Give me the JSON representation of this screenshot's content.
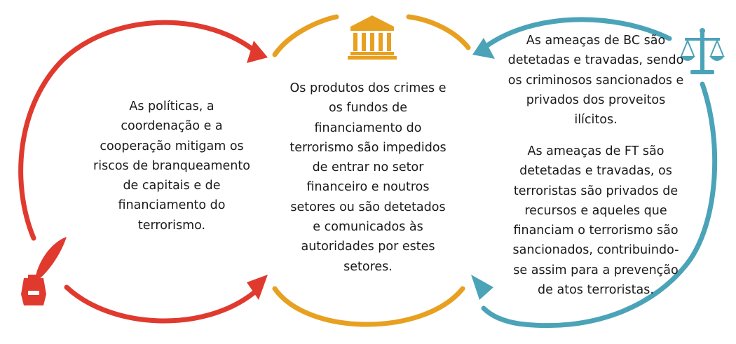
{
  "colors": {
    "red": "#e03a2f",
    "orange": "#e8a020",
    "teal": "#4ba3b8"
  },
  "icons": {
    "left": "inkwell-quill-icon",
    "center": "bank-building-icon",
    "right": "justice-scales-icon"
  },
  "left_text": {
    "lines": [
      "As políticas, a",
      "coordenação e a",
      "cooperação mitigam os",
      "riscos de branqueamento",
      "de capitais e de",
      "financiamento do",
      "terrorismo."
    ]
  },
  "center_text": {
    "lines": [
      "Os produtos dos crimes e",
      "os fundos de",
      "financiamento do",
      "terrorismo são impedidos",
      "de entrar no setor",
      "financeiro e noutros",
      "setores ou são detetados",
      "e comunicados às",
      "autoridades por estes",
      "setores."
    ]
  },
  "right_text_1": {
    "lines": [
      "As ameaças de BC são",
      "detetadas e travadas, sendo",
      "os criminosos sancionados e",
      "privados dos proveitos",
      "ilícitos."
    ]
  },
  "right_text_2": {
    "lines": [
      "As ameaças de FT são",
      "detetadas e travadas, os",
      "terroristas são privados de",
      "recursos e aqueles que",
      "financiam o terrorismo são",
      "sancionados, contribuindo-",
      "se assim para a prevenção",
      "de atos terroristas."
    ]
  }
}
